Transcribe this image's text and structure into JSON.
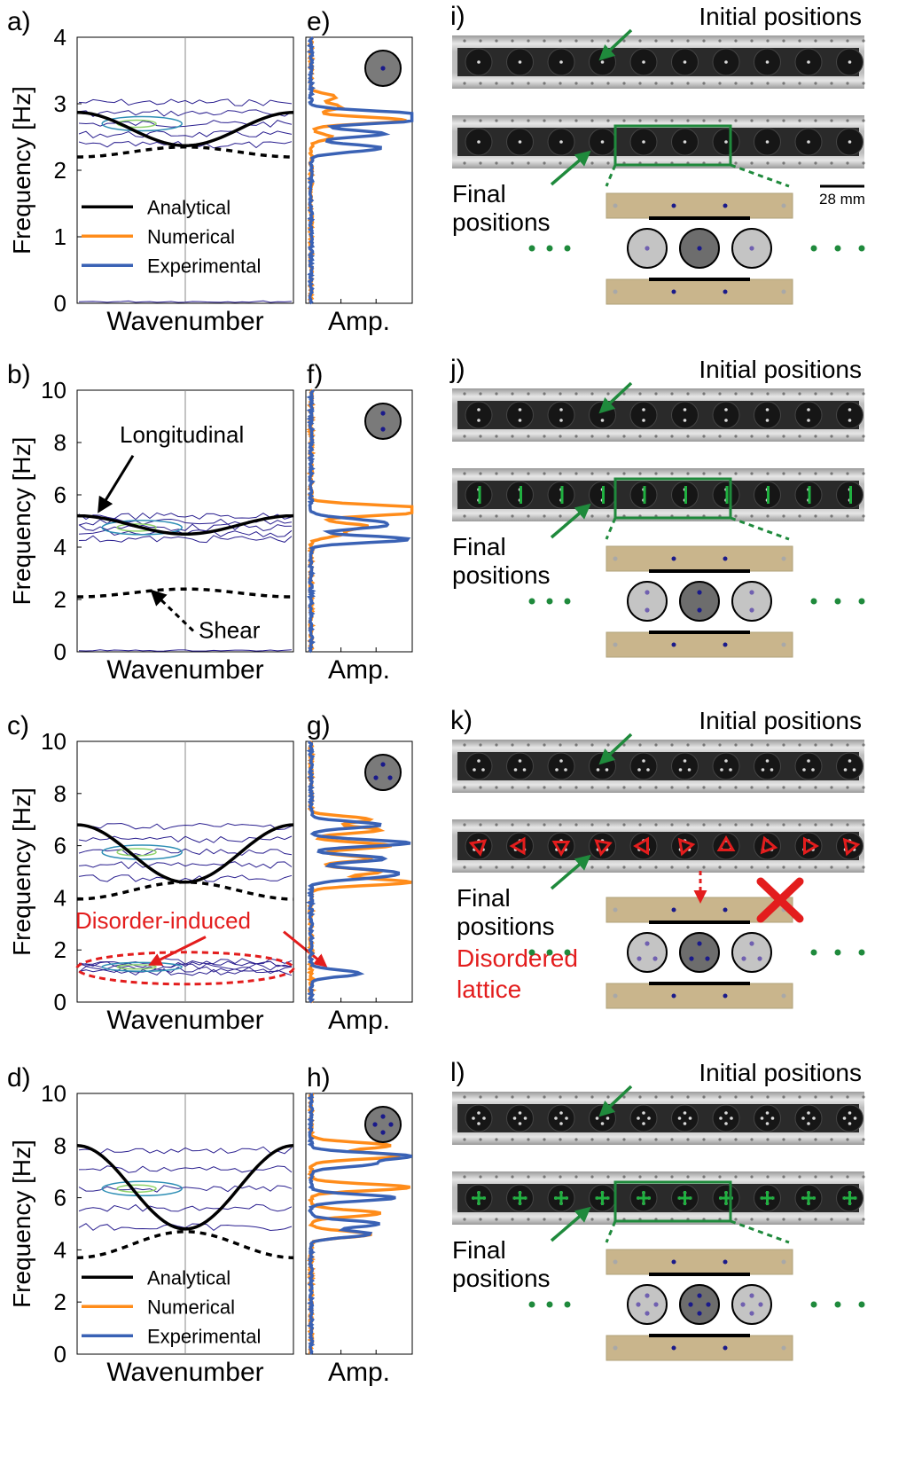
{
  "colors": {
    "analytical": "#000000",
    "numerical": "#ff8c1a",
    "experimental": "#3a62b5",
    "contour_outer": "#2a1f8f",
    "contour_mid": "#2f8fb5",
    "contour_inner": "#8fd36a",
    "annotation_green": "#1f8a3c",
    "annotation_red": "#e31d1d",
    "base_plate": "#c9b58c",
    "particle_dark": "#6d6d6d",
    "particle_light": "#c4c4c4",
    "dot": "#1a1a8a",
    "dot_light": "#7060b0"
  },
  "rows": [
    {
      "dispersion": {
        "letter": "a)",
        "ylabel": "Frequency [Hz]",
        "xlabel": "Wavenumber",
        "ylim": [
          0,
          4
        ],
        "yticks": [
          "0",
          "1",
          "2",
          "3",
          "4"
        ],
        "legend": [
          "Analytical",
          "Numerical",
          "Experimental"
        ]
      },
      "spectrum": {
        "letter": "e)",
        "xlabel": "Amp.",
        "dots": 1
      },
      "photo": {
        "letter": "i)",
        "initial": "Initial positions",
        "final_line1": "Final",
        "final_line2": "positions",
        "scale": "28 mm",
        "marker": "none"
      }
    },
    {
      "dispersion": {
        "letter": "b)",
        "ylabel": "Frequency [Hz]",
        "xlabel": "Wavenumber",
        "ylim": [
          0,
          10
        ],
        "yticks": [
          "0",
          "2",
          "4",
          "6",
          "8",
          "10"
        ],
        "annotations": [
          "Longitudinal",
          "Shear"
        ]
      },
      "spectrum": {
        "letter": "f)",
        "xlabel": "Amp.",
        "dots": 2
      },
      "photo": {
        "letter": "j)",
        "initial": "Initial positions",
        "final_line1": "Final",
        "final_line2": "positions",
        "marker": "bar"
      }
    },
    {
      "dispersion": {
        "letter": "c)",
        "ylabel": "Frequency [Hz]",
        "xlabel": "Wavenumber",
        "ylim": [
          0,
          10
        ],
        "yticks": [
          "0",
          "2",
          "4",
          "6",
          "8",
          "10"
        ],
        "annotations": [
          "Disorder-induced"
        ]
      },
      "spectrum": {
        "letter": "g)",
        "xlabel": "Amp.",
        "dots": 3
      },
      "photo": {
        "letter": "k)",
        "initial": "Initial positions",
        "final_line1": "Final",
        "final_line2": "positions",
        "red_line1": "Disordered",
        "red_line2": "lattice",
        "marker": "triangle"
      }
    },
    {
      "dispersion": {
        "letter": "d)",
        "ylabel": "Frequency [Hz]",
        "xlabel": "Wavenumber",
        "ylim": [
          0,
          10
        ],
        "yticks": [
          "0",
          "2",
          "4",
          "6",
          "8",
          "10"
        ],
        "legend": [
          "Analytical",
          "Numerical",
          "Experimental"
        ]
      },
      "spectrum": {
        "letter": "h)",
        "xlabel": "Amp.",
        "dots": 4
      },
      "photo": {
        "letter": "l)",
        "initial": "Initial positions",
        "final_line1": "Final",
        "final_line2": "positions",
        "marker": "plus"
      }
    }
  ],
  "chart_data": [
    {
      "panel": "a",
      "type": "line",
      "xlabel": "Wavenumber",
      "ylabel": "Frequency [Hz]",
      "ylim": [
        0,
        4
      ],
      "x": [
        -1,
        -0.5,
        0,
        0.5,
        1
      ],
      "series": [
        {
          "name": "Analytical",
          "style": "solid",
          "values": [
            2.87,
            2.62,
            2.37,
            2.62,
            2.87
          ]
        },
        {
          "style": "dashed",
          "values": [
            2.2,
            2.28,
            2.35,
            2.28,
            2.2
          ]
        }
      ],
      "experimental_contour_bands": [
        [
          2.3,
          3.1
        ],
        [
          0.0,
          0.05
        ]
      ]
    },
    {
      "panel": "b",
      "type": "line",
      "xlabel": "Wavenumber",
      "ylabel": "Frequency [Hz]",
      "ylim": [
        0,
        10
      ],
      "x": [
        -1,
        -0.5,
        0,
        0.5,
        1
      ],
      "series": [
        {
          "name": "Longitudinal",
          "style": "solid",
          "values": [
            5.2,
            4.85,
            4.5,
            4.85,
            5.2
          ]
        },
        {
          "name": "Shear",
          "style": "dashed",
          "values": [
            2.1,
            2.25,
            2.4,
            2.25,
            2.1
          ]
        }
      ],
      "experimental_contour_bands": [
        [
          4.2,
          5.3
        ],
        [
          0.0,
          0.1
        ]
      ]
    },
    {
      "panel": "c",
      "type": "line",
      "xlabel": "Wavenumber",
      "ylabel": "Frequency [Hz]",
      "ylim": [
        0,
        10
      ],
      "x": [
        -1,
        -0.5,
        0,
        0.5,
        1
      ],
      "series": [
        {
          "style": "solid",
          "values": [
            6.8,
            5.7,
            4.6,
            5.7,
            6.8
          ]
        },
        {
          "style": "dashed",
          "values": [
            3.95,
            4.25,
            4.6,
            4.25,
            3.95
          ]
        }
      ],
      "experimental_contour_bands": [
        [
          4.5,
          7.0
        ],
        [
          1.1,
          1.6
        ]
      ]
    },
    {
      "panel": "d",
      "type": "line",
      "xlabel": "Wavenumber",
      "ylabel": "Frequency [Hz]",
      "ylim": [
        0,
        10
      ],
      "x": [
        -1,
        -0.5,
        0,
        0.5,
        1
      ],
      "series": [
        {
          "name": "Analytical",
          "style": "solid",
          "values": [
            8.0,
            6.4,
            4.8,
            6.4,
            8.0
          ]
        },
        {
          "style": "dashed",
          "values": [
            3.7,
            4.2,
            4.7,
            4.2,
            3.7
          ]
        }
      ],
      "experimental_contour_bands": [
        [
          4.5,
          8.2
        ]
      ]
    },
    {
      "panel": "e",
      "type": "line",
      "xlabel": "Amp.",
      "ylim": [
        0,
        4
      ],
      "series": [
        {
          "name": "Numerical",
          "peaks_hz": [
            3.1,
            2.95,
            2.75,
            2.5
          ],
          "peak_amp": [
            0.25,
            0.3,
            0.95,
            0.2
          ]
        },
        {
          "name": "Experimental",
          "peaks_hz": [
            2.85,
            2.75,
            2.55,
            2.35,
            2.3
          ],
          "peak_amp": [
            0.95,
            1.0,
            0.75,
            0.5,
            0.3
          ]
        }
      ]
    },
    {
      "panel": "f",
      "type": "line",
      "xlabel": "Amp.",
      "ylim": [
        0,
        10
      ],
      "series": [
        {
          "name": "Numerical",
          "peaks_hz": [
            5.5,
            5.3,
            4.8,
            4.5
          ],
          "peak_amp": [
            1.0,
            0.8,
            0.55,
            0.3
          ]
        },
        {
          "name": "Experimental",
          "peaks_hz": [
            5.0,
            4.8,
            4.3
          ],
          "peak_amp": [
            0.5,
            0.6,
            1.0
          ]
        }
      ]
    },
    {
      "panel": "g",
      "type": "line",
      "xlabel": "Amp.",
      "ylim": [
        0,
        10
      ],
      "series": [
        {
          "name": "Numerical",
          "peaks_hz": [
            7.0,
            6.6,
            6.0,
            5.5,
            5.0,
            4.6
          ],
          "peak_amp": [
            0.6,
            0.7,
            0.8,
            0.6,
            0.7,
            1.0
          ]
        },
        {
          "name": "Experimental",
          "peaks_hz": [
            6.8,
            6.1,
            5.5,
            5.0,
            4.8,
            1.1
          ],
          "peak_amp": [
            0.7,
            1.0,
            0.75,
            0.7,
            0.55,
            0.5
          ]
        }
      ]
    },
    {
      "panel": "h",
      "type": "line",
      "xlabel": "Amp.",
      "ylim": [
        0,
        10
      ],
      "series": [
        {
          "name": "Numerical",
          "peaks_hz": [
            8.0,
            7.6,
            6.4,
            5.4,
            4.6
          ],
          "peak_amp": [
            0.8,
            0.9,
            1.0,
            0.7,
            0.6
          ]
        },
        {
          "name": "Experimental",
          "peaks_hz": [
            7.6,
            7.3,
            6.0,
            5.0,
            4.6
          ],
          "peak_amp": [
            1.0,
            0.6,
            0.85,
            0.7,
            0.6
          ]
        }
      ]
    }
  ]
}
